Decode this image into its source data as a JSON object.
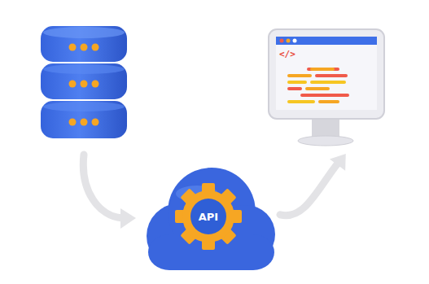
{
  "diagram": {
    "nodes": [
      {
        "text": [
          "API"
        ]
      },
      {
        "text": [
          "</>"
        ]
      }
    ],
    "edges": [
      {
        "from": 0,
        "to": 1,
        "arrow": "to"
      }
    ]
  }
}
